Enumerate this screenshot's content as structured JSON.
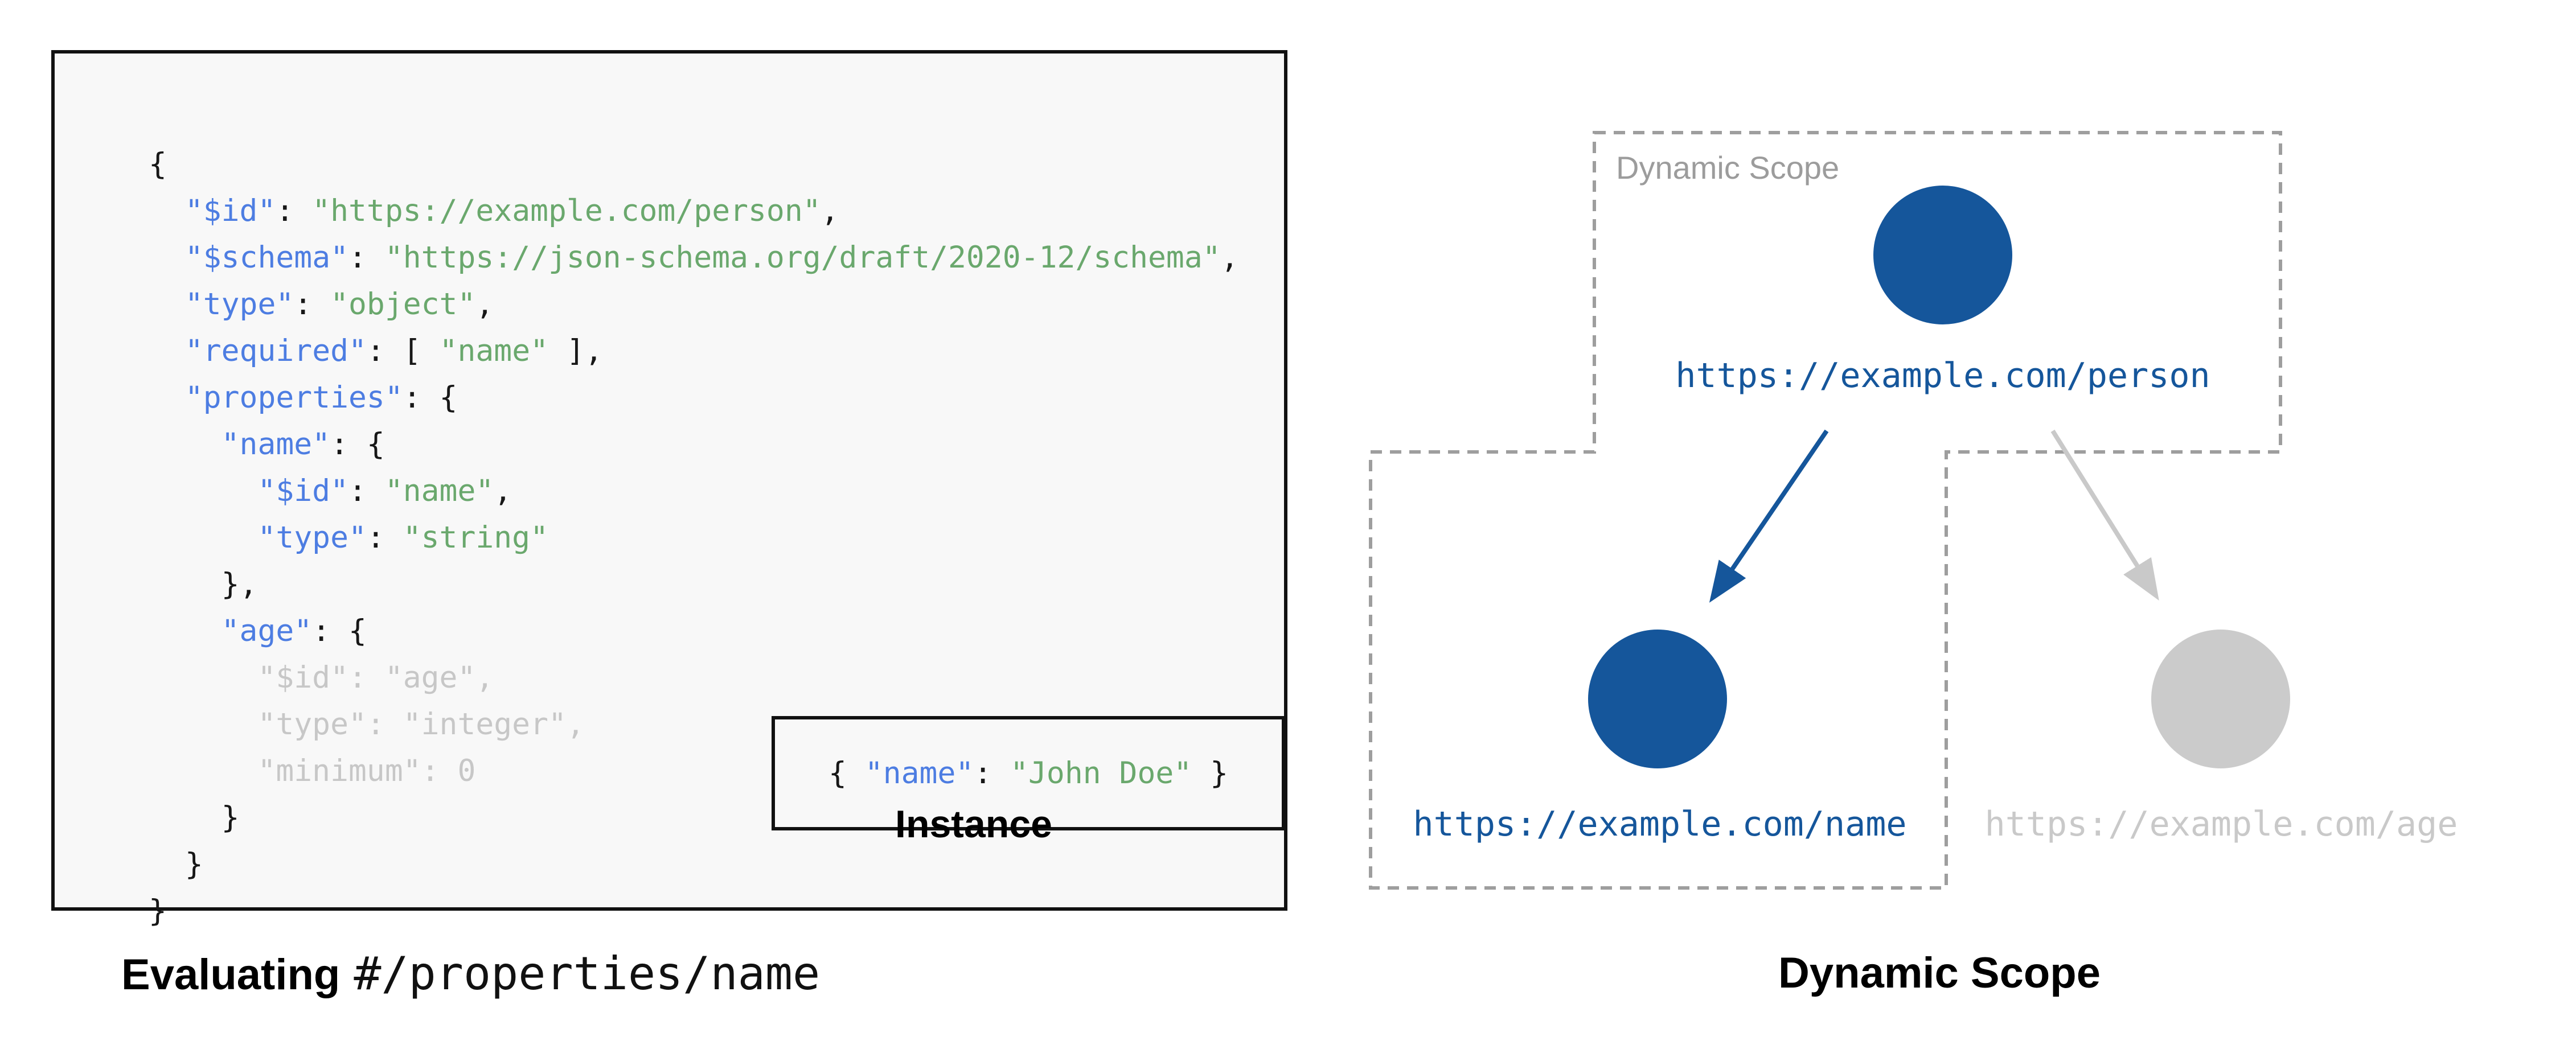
{
  "colors": {
    "node-blue": "#15569b",
    "node-gray": "#cbcbcb",
    "arrow-gray": "#c9c9c9",
    "dash-gray": "#9e9e9e",
    "key-blue": "#4d7de2",
    "str-green": "#6aa86d",
    "muted-gray": "#c7c7c7",
    "code-black": "#171717",
    "box-bg": "#f8f8f8",
    "label-gray": "#9c9c9c"
  },
  "left": {
    "schema_lines": [
      [
        {
          "s": "p",
          "t": "{"
        }
      ],
      [
        {
          "s": "p",
          "t": "  "
        },
        {
          "s": "k",
          "t": "\"$id\""
        },
        {
          "s": "p",
          "t": ": "
        },
        {
          "s": "v",
          "t": "\"https://example.com/person\""
        },
        {
          "s": "p",
          "t": ","
        }
      ],
      [
        {
          "s": "p",
          "t": "  "
        },
        {
          "s": "k",
          "t": "\"$schema\""
        },
        {
          "s": "p",
          "t": ": "
        },
        {
          "s": "v",
          "t": "\"https://json-schema.org/draft/2020-12/schema\""
        },
        {
          "s": "p",
          "t": ","
        }
      ],
      [
        {
          "s": "p",
          "t": "  "
        },
        {
          "s": "k",
          "t": "\"type\""
        },
        {
          "s": "p",
          "t": ": "
        },
        {
          "s": "v",
          "t": "\"object\""
        },
        {
          "s": "p",
          "t": ","
        }
      ],
      [
        {
          "s": "p",
          "t": "  "
        },
        {
          "s": "k",
          "t": "\"required\""
        },
        {
          "s": "p",
          "t": ": [ "
        },
        {
          "s": "v",
          "t": "\"name\""
        },
        {
          "s": "p",
          "t": " ],"
        }
      ],
      [
        {
          "s": "p",
          "t": "  "
        },
        {
          "s": "k",
          "t": "\"properties\""
        },
        {
          "s": "p",
          "t": ": {"
        }
      ],
      [
        {
          "s": "p",
          "t": "    "
        },
        {
          "s": "k",
          "t": "\"name\""
        },
        {
          "s": "p",
          "t": ": {"
        }
      ],
      [
        {
          "s": "p",
          "t": "      "
        },
        {
          "s": "k",
          "t": "\"$id\""
        },
        {
          "s": "p",
          "t": ": "
        },
        {
          "s": "v",
          "t": "\"name\""
        },
        {
          "s": "p",
          "t": ","
        }
      ],
      [
        {
          "s": "p",
          "t": "      "
        },
        {
          "s": "k",
          "t": "\"type\""
        },
        {
          "s": "p",
          "t": ": "
        },
        {
          "s": "v",
          "t": "\"string\""
        }
      ],
      [
        {
          "s": "p",
          "t": "    },"
        }
      ],
      [
        {
          "s": "p",
          "t": "    "
        },
        {
          "s": "k",
          "t": "\"age\""
        },
        {
          "s": "p",
          "t": ": {"
        }
      ],
      [
        {
          "s": "m",
          "t": "      \"$id\": \"age\","
        }
      ],
      [
        {
          "s": "m",
          "t": "      \"type\": \"integer\","
        }
      ],
      [
        {
          "s": "m",
          "t": "      \"minimum\": 0"
        }
      ],
      [
        {
          "s": "p",
          "t": "    }"
        }
      ],
      [
        {
          "s": "p",
          "t": "  }"
        }
      ],
      [
        {
          "s": "p",
          "t": "}"
        }
      ]
    ],
    "instance_lines": [
      [
        {
          "s": "p",
          "t": "{ "
        },
        {
          "s": "k",
          "t": "\"name\""
        },
        {
          "s": "p",
          "t": ": "
        },
        {
          "s": "v",
          "t": "\"John Doe\""
        },
        {
          "s": "p",
          "t": " }"
        }
      ]
    ],
    "instance_label": "Instance",
    "caption_bold": "Evaluating",
    "caption_pointer": "#/properties/name"
  },
  "right": {
    "scope_label": "Dynamic Scope",
    "title": "Dynamic Scope",
    "nodes": {
      "person": {
        "url": "https://example.com/person",
        "state": "active"
      },
      "name": {
        "url": "https://example.com/name",
        "state": "active"
      },
      "age": {
        "url": "https://example.com/age",
        "state": "inactive"
      }
    }
  }
}
